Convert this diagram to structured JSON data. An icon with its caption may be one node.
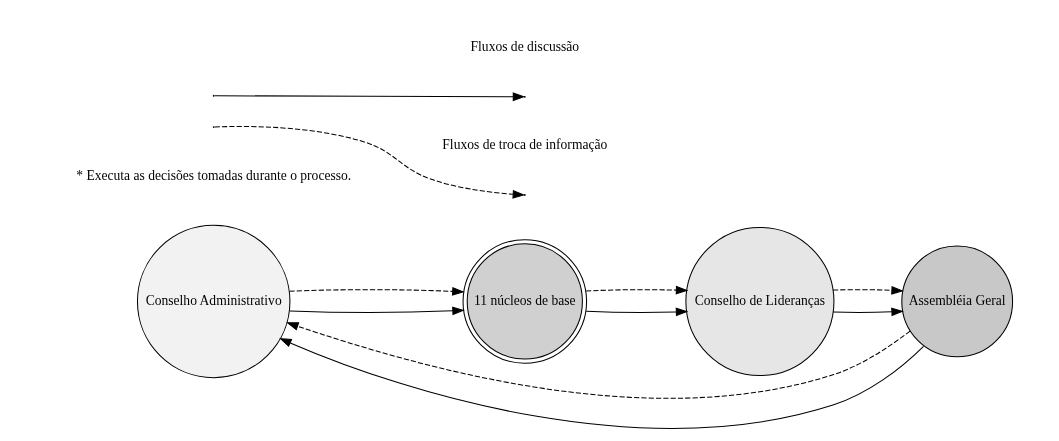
{
  "diagram": {
    "nodes": [
      {
        "text": [
          "Conselho Administrativo"
        ]
      },
      {
        "text": [
          "11 núcleos de base"
        ]
      },
      {
        "text": [
          "Conselho de Lideranças"
        ]
      },
      {
        "text": [
          "Assembléia Geral"
        ]
      }
    ],
    "edges": [
      {
        "from": 0,
        "to": 1,
        "arrow": "to"
      },
      {
        "from": 0,
        "to": 1,
        "arrow": "to",
        "style": "dashed"
      },
      {
        "from": 1,
        "to": 2,
        "arrow": "to"
      },
      {
        "from": 1,
        "to": 2,
        "arrow": "to",
        "style": "dashed"
      },
      {
        "from": 2,
        "to": 3,
        "arrow": "to"
      },
      {
        "from": 2,
        "to": 3,
        "arrow": "to",
        "style": "dashed"
      },
      {
        "from": 3,
        "to": 0,
        "arrow": "to"
      },
      {
        "from": 3,
        "to": 0,
        "arrow": "to",
        "style": "dashed"
      }
    ],
    "labels": [
      "* Executa as decisões tomadas durante o processo."
    ],
    "legend": [
      {
        "text": "Fluxos de discussão"
      },
      {
        "text": "Fluxos de troca de informação"
      }
    ]
  }
}
